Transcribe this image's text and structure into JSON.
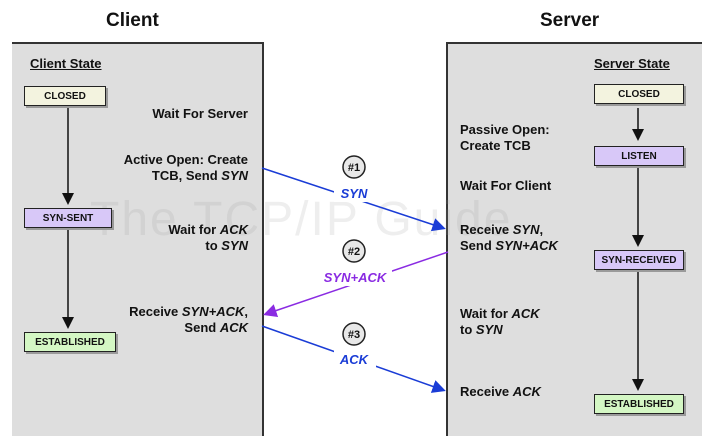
{
  "columns": {
    "client": "Client",
    "server": "Server"
  },
  "watermark": "The TCP/IP Guide",
  "client": {
    "state_header": "Client State",
    "states": {
      "closed": "CLOSED",
      "syn_sent": "SYN-SENT",
      "established": "ESTABLISHED"
    },
    "events": {
      "wait_for_server": "Wait For Server",
      "active_open_1": "Active Open: Create",
      "active_open_2a": "TCB, Send ",
      "active_open_2b": "SYN",
      "wait_ack_1a": "Wait for ",
      "wait_ack_1b": "ACK",
      "wait_ack_2a": "to ",
      "wait_ack_2b": "SYN",
      "receive_1a": "Receive ",
      "receive_1b": "SYN+ACK",
      "receive_1c": ",",
      "receive_2a": "Send ",
      "receive_2b": "ACK"
    }
  },
  "server": {
    "state_header": "Server State",
    "states": {
      "closed": "CLOSED",
      "listen": "LISTEN",
      "syn_received": "SYN-RECEIVED",
      "established": "ESTABLISHED"
    },
    "events": {
      "passive_open_1": "Passive Open:",
      "passive_open_2": "Create TCB",
      "wait_for_client": "Wait For Client",
      "receive_syn_1a": "Receive ",
      "receive_syn_1b": "SYN",
      "receive_syn_1c": ",",
      "receive_syn_2a": "Send ",
      "receive_syn_2b": "SYN+ACK",
      "wait_ack_1a": "Wait for ",
      "wait_ack_1b": "ACK",
      "wait_ack_2a": "to ",
      "wait_ack_2b": "SYN",
      "receive_ack_a": "Receive ",
      "receive_ack_b": "ACK"
    }
  },
  "messages": [
    {
      "number": "#1",
      "label": "SYN",
      "color": "#1a3cd6"
    },
    {
      "number": "#2",
      "label": "SYN+ACK",
      "color": "#8a2be2"
    },
    {
      "number": "#3",
      "label": "ACK",
      "color": "#1a3cd6"
    }
  ],
  "colors": {
    "panel": "#dedede",
    "state_plain": "#f3f3df",
    "state_purple": "#d8c8f8",
    "state_green": "#d4f7c4",
    "syn_arrow": "#1a3cd6",
    "synack_arrow": "#8a2be2"
  }
}
